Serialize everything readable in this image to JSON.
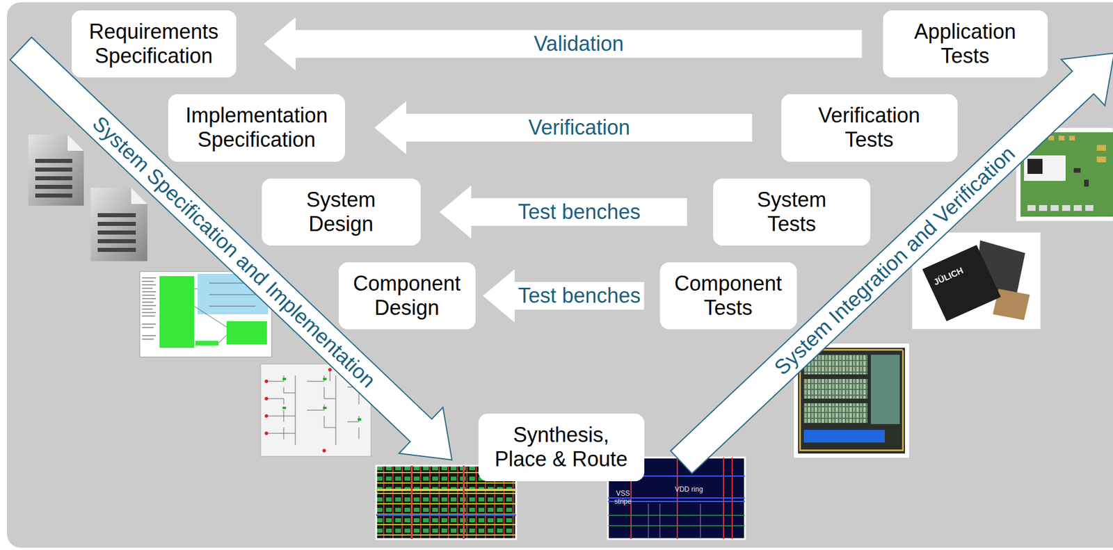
{
  "diagram": {
    "nodes": [
      {
        "text": [
          "Requirements Specification"
        ]
      },
      {
        "text": [
          "Application Tests"
        ]
      },
      {
        "text": [
          "Implementation Specification"
        ]
      },
      {
        "text": [
          "Verification Tests"
        ]
      },
      {
        "text": [
          "System Design"
        ]
      },
      {
        "text": [
          "System Tests"
        ]
      },
      {
        "text": [
          "Component Design"
        ]
      },
      {
        "text": [
          "Component Tests"
        ]
      },
      {
        "text": [
          "Synthesis, Place & Route"
        ]
      }
    ],
    "edges": [
      {
        "from": 1,
        "to": 0,
        "arrow": "to",
        "label": "Validation"
      },
      {
        "from": 3,
        "to": 2,
        "arrow": "to",
        "label": "Verification"
      },
      {
        "from": 5,
        "to": 4,
        "arrow": "to",
        "label": "Test benches"
      },
      {
        "from": 7,
        "to": 6,
        "arrow": "to",
        "label": "Test benches"
      }
    ],
    "labels": [
      "System Specification and Implementation",
      "System Integration and Verification",
      "VSS stripe",
      "VDD ring",
      "JÜLICH"
    ]
  }
}
